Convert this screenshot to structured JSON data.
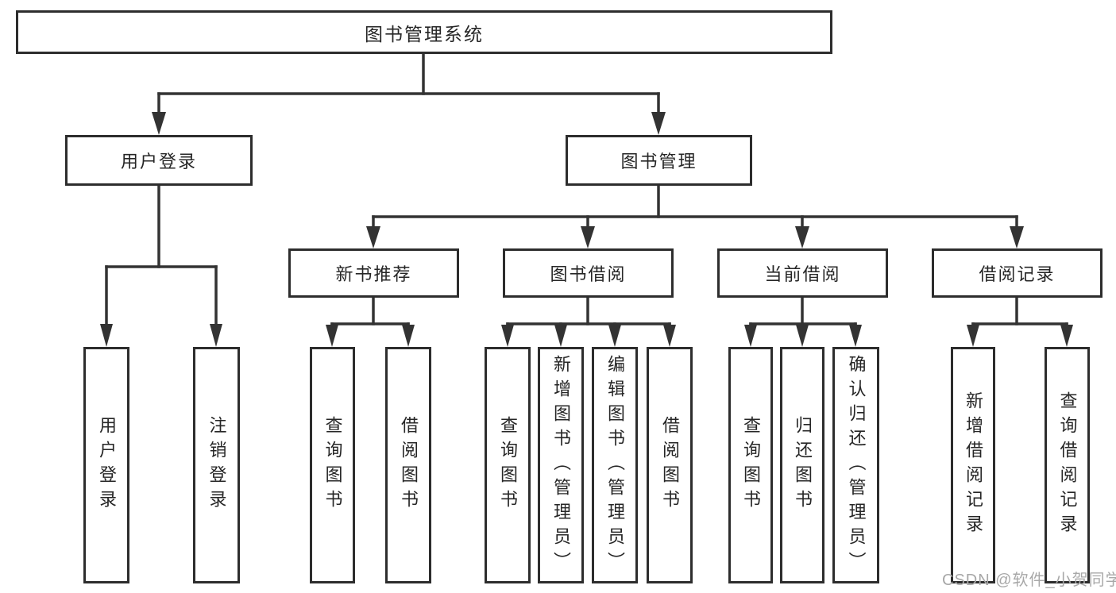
{
  "tree": {
    "root": {
      "label": "图书管理系统",
      "children": [
        {
          "label": "用户登录",
          "children": [
            {
              "label": "用户登录"
            },
            {
              "label": "注销登录"
            }
          ]
        },
        {
          "label": "图书管理",
          "children": [
            {
              "label": "新书推荐",
              "children": [
                {
                  "label": "查询图书"
                },
                {
                  "label": "借阅图书"
                }
              ]
            },
            {
              "label": "图书借阅",
              "children": [
                {
                  "label": "查询图书"
                },
                {
                  "label": "新增图书（管理员）"
                },
                {
                  "label": "编辑图书（管理员）"
                },
                {
                  "label": "借阅图书"
                }
              ]
            },
            {
              "label": "当前借阅",
              "children": [
                {
                  "label": "查询图书"
                },
                {
                  "label": "归还图书"
                },
                {
                  "label": "确认归还（管理员）"
                }
              ]
            },
            {
              "label": "借阅记录",
              "children": [
                {
                  "label": "新增借阅记录"
                },
                {
                  "label": "查询借阅记录"
                }
              ]
            }
          ]
        }
      ]
    }
  },
  "watermark": {
    "text": "CSDN @软件_小贺同学"
  },
  "colors": {
    "line": "#333333",
    "box_border": "#2d2d2d",
    "text": "#262626",
    "watermark": "#a8a8a8",
    "background": "#ffffff"
  }
}
